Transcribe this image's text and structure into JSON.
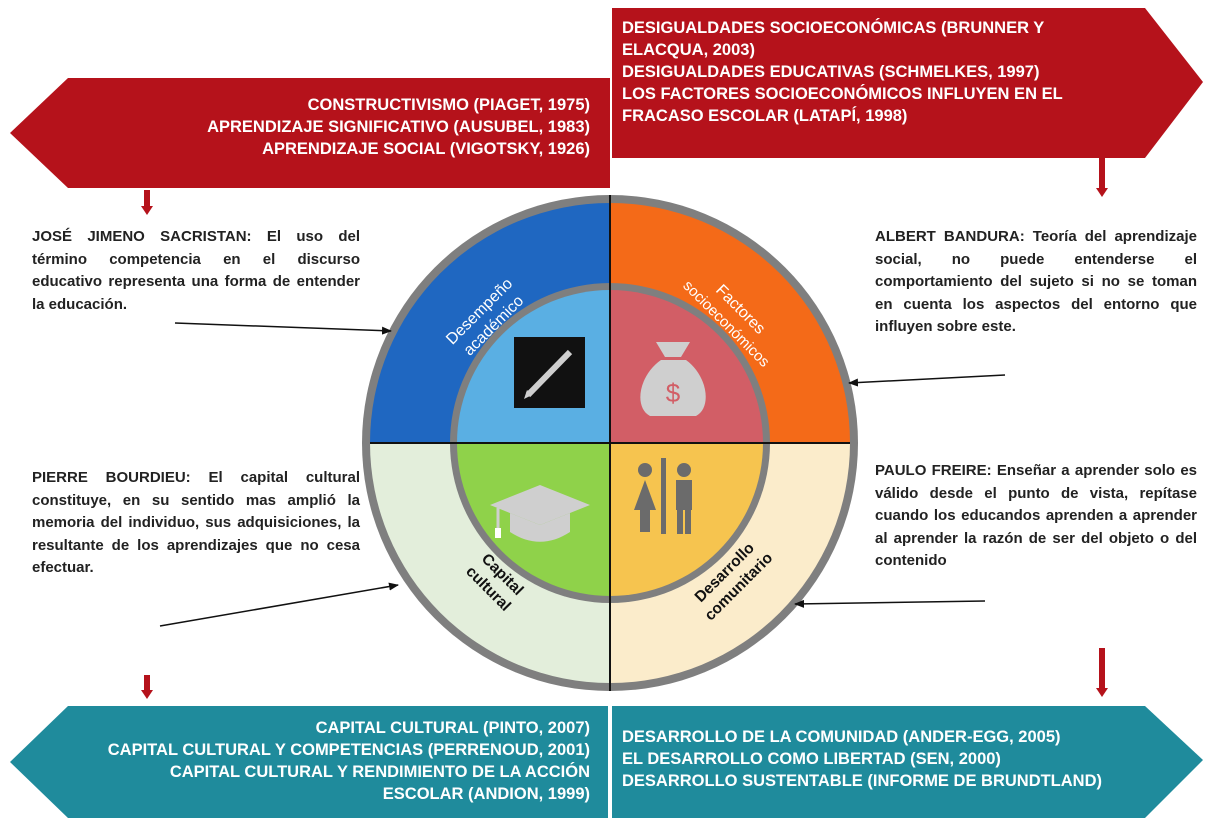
{
  "banners": {
    "top_left": [
      "CONSTRUCTIVISMO (PIAGET, 1975)",
      "APRENDIZAJE SIGNIFICATIVO (AUSUBEL, 1983)",
      "APRENDIZAJE SOCIAL (VIGOTSKY, 1926)"
    ],
    "top_right": [
      "DESIGUALDADES SOCIOECONÓMICAS (BRUNNER Y",
      "ELACQUA, 2003)",
      "DESIGUALDADES EDUCATIVAS (SCHMELKES, 1997)",
      "LOS FACTORES SOCIOECONÓMICOS INFLUYEN EN EL",
      "FRACASO ESCOLAR (LATAPÍ, 1998)"
    ],
    "bottom_left": [
      "CAPITAL CULTURAL (PINTO, 2007)",
      "CAPITAL CULTURAL Y COMPETENCIAS (PERRENOUD, 2001)",
      "CAPITAL CULTURAL Y RENDIMIENTO DE LA ACCIÓN",
      "ESCOLAR (ANDION, 1999)"
    ],
    "bottom_right": [
      "DESARROLLO DE LA COMUNIDAD (ANDER-EGG, 2005)",
      "EL DESARROLLO COMO LIBERTAD (SEN, 2000)",
      "DESARROLLO SUSTENTABLE (INFORME DE BRUNDTLAND)"
    ]
  },
  "quotes": {
    "top_left": {
      "author": "JOSÉ JIMENO SACRISTAN:",
      "text": "El uso del término competencia en el discurso educativo representa una forma de entender la educación."
    },
    "top_right": {
      "author": "ALBERT BANDURA:",
      "text": "Teoría del aprendizaje social, no puede entenderse el comportamiento del sujeto si no se toman en cuenta los aspectos del entorno que influyen sobre este."
    },
    "bottom_left": {
      "author": "PIERRE BOURDIEU:",
      "text": "El capital cultural constituye, en su sentido mas amplió la memoria del individuo, sus adquisiciones, la resultante de los aprendizajes que no cesa efectuar."
    },
    "bottom_right": {
      "author": "PAULO FREIRE:",
      "text": "Enseñar a aprender solo es válido desde el punto de vista, repítase cuando los educandos aprenden a aprender al aprender la razón de ser del objeto o del contenido"
    }
  },
  "quadrants": {
    "top_left": {
      "line1": "Desempeño",
      "line2": "académico",
      "icon": "pencil-icon"
    },
    "top_right": {
      "line1": "Factores",
      "line2": "socioeconómicos",
      "icon": "money-bag-icon",
      "symbol": "$"
    },
    "bottom_left": {
      "line1": "Capital",
      "line2": "cultural",
      "icon": "graduation-cap-icon"
    },
    "bottom_right": {
      "line1": "Desarrollo",
      "line2": "comunitario",
      "icon": "people-icon"
    }
  },
  "colors": {
    "red_banner": "#b5121b",
    "teal_banner": "#1f8b9c",
    "arrow_red": "#b5121b",
    "ring_gray": "#7f7f7f",
    "q_blue_outer": "#1f67c1",
    "q_blue_inner": "#5aafe3",
    "q_orange_outer": "#f46a18",
    "q_orange_inner": "#d25e66",
    "q_green_outer": "#e3eedb",
    "q_green_inner": "#8fd24a",
    "q_yellow_outer": "#fbeccb",
    "q_yellow_inner": "#f6c44f"
  }
}
